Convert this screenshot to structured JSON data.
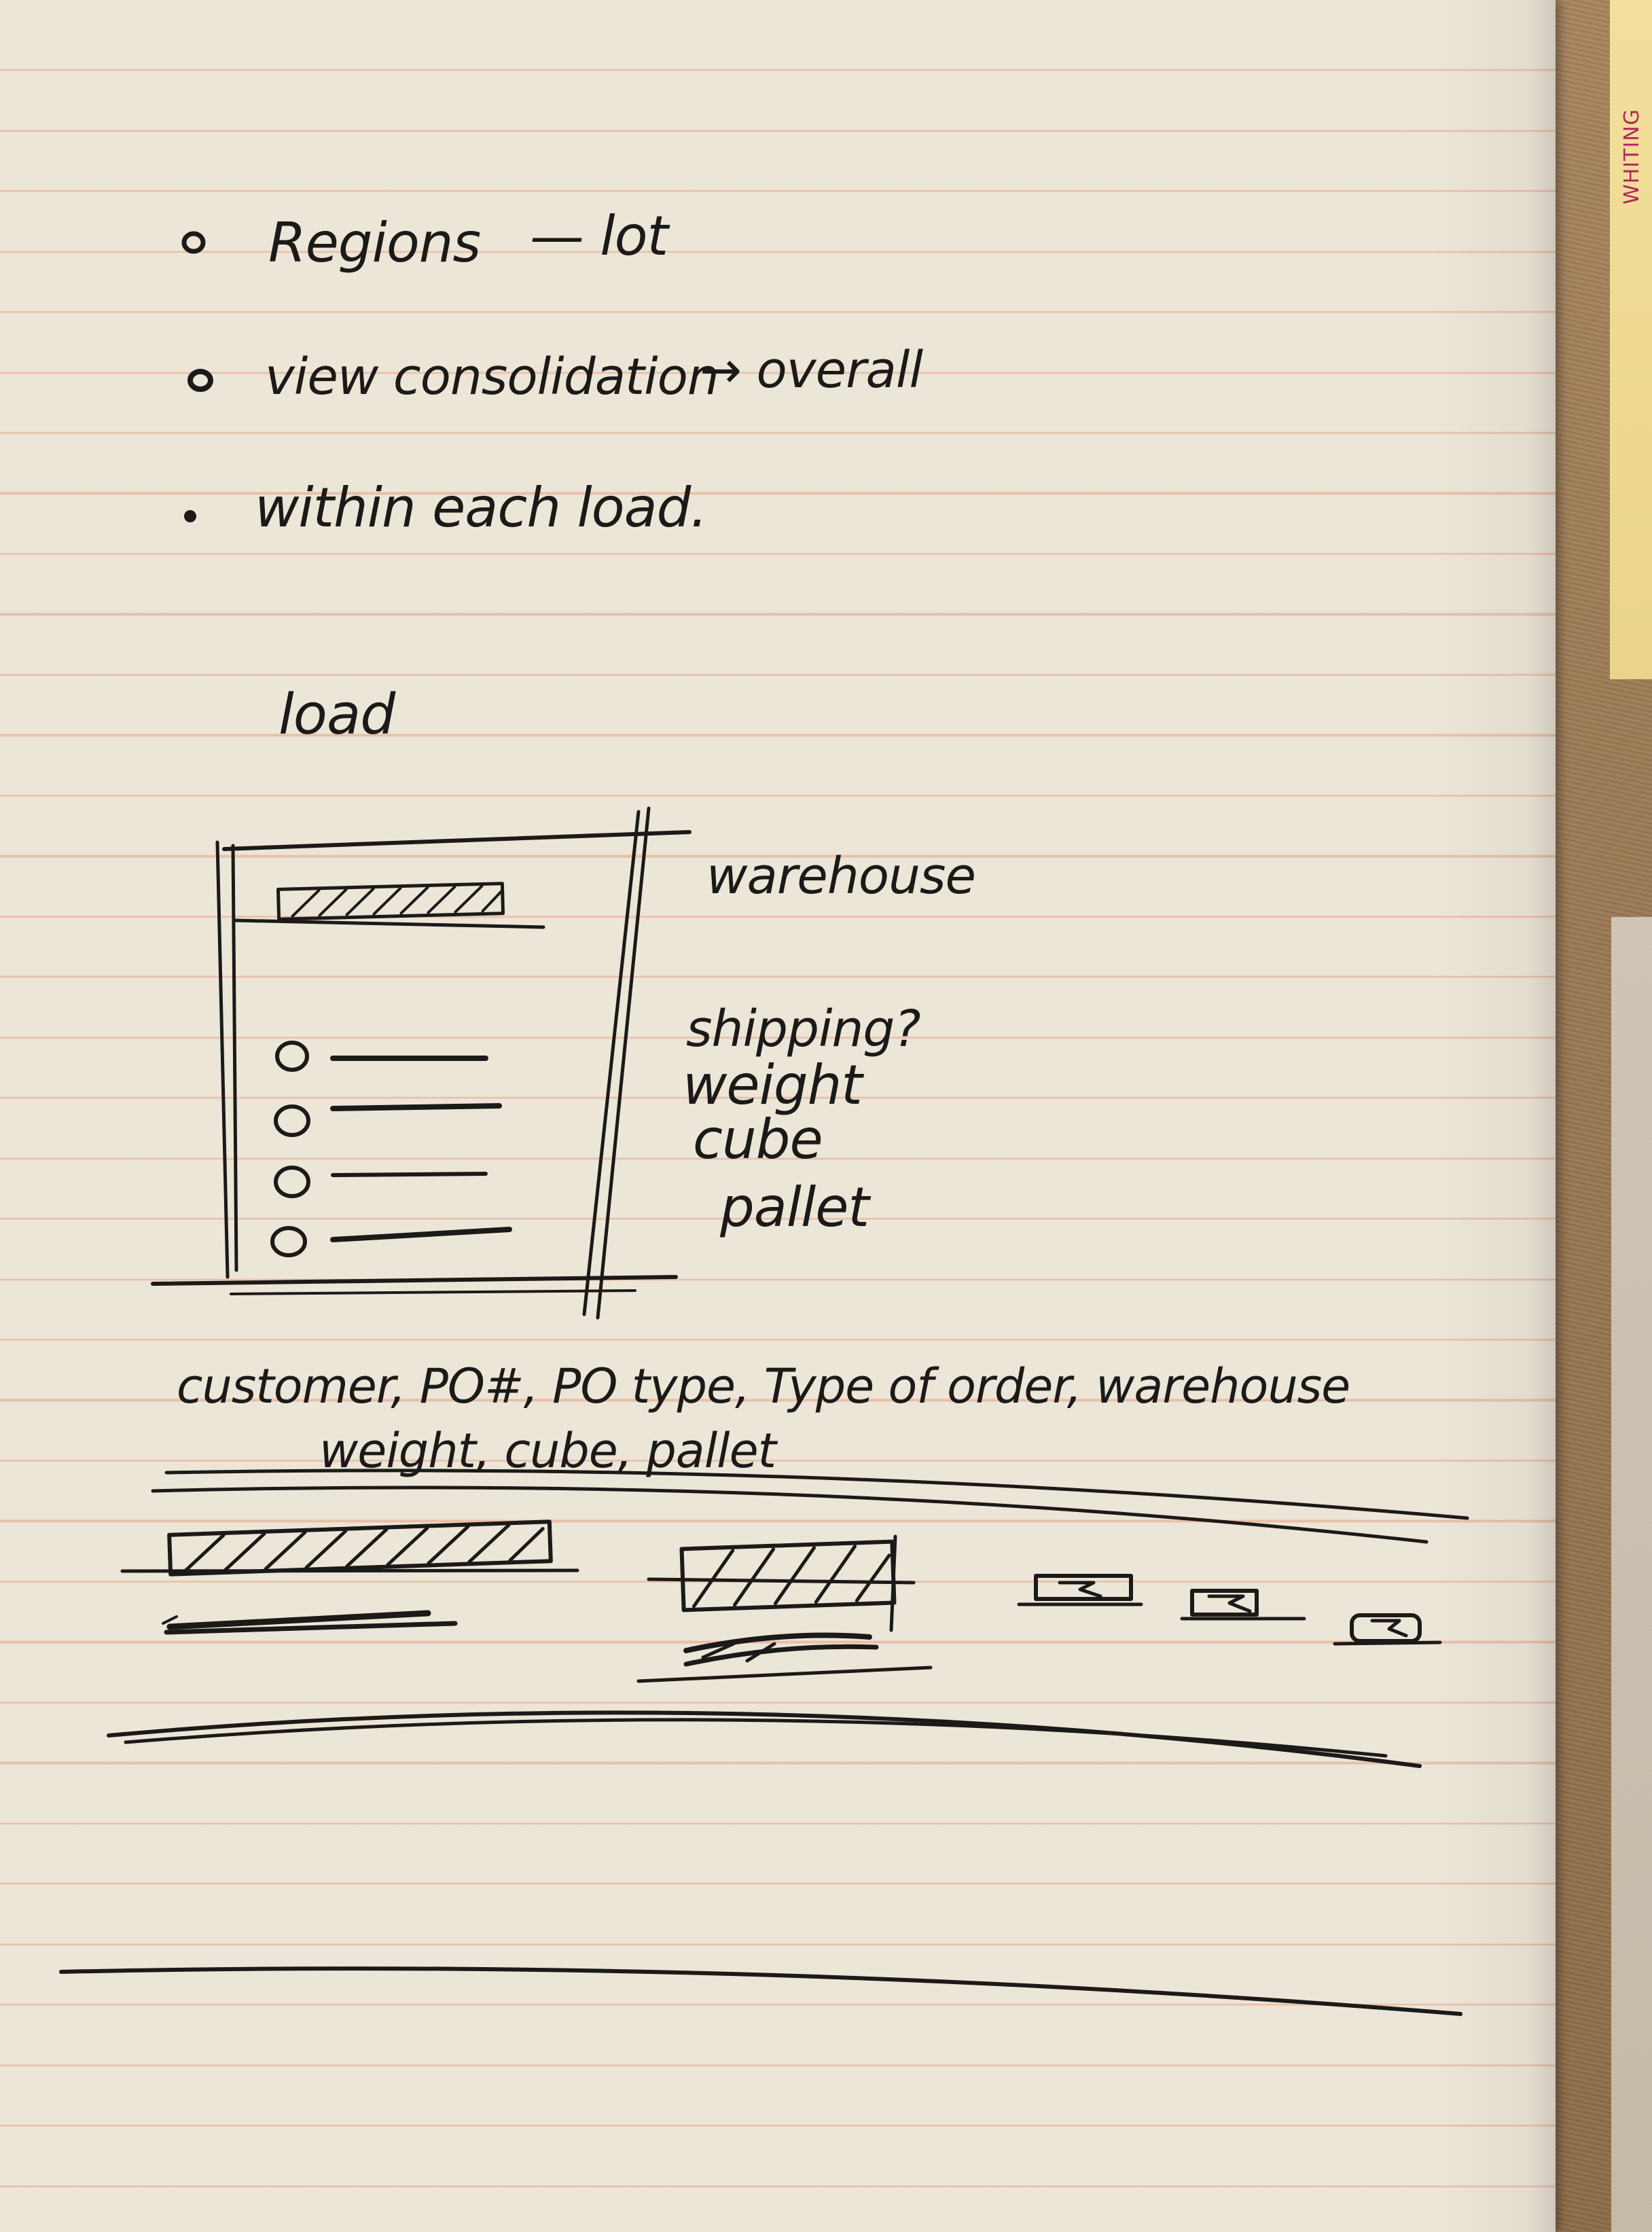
{
  "notes": {
    "bullets": [
      {
        "text": "Regions",
        "suffix": "— lot"
      },
      {
        "text": "view consolidation",
        "suffix": "→ overall"
      },
      {
        "text": "within each load."
      }
    ],
    "sketch_title": "load",
    "side_labels": {
      "top": "warehouse",
      "lines": [
        "shipping?",
        "weight",
        "cube",
        "pallet"
      ]
    },
    "table_headers": {
      "line1": "customer, PO#, PO type, Type of order, warehouse",
      "line2": "weight, cube, pallet"
    }
  },
  "sticky_label": "WHITING",
  "colors": {
    "ink": "#1c1a18",
    "paper": "#ece6d8",
    "ruled_line": "#e6a082",
    "cork": "#9b7a54",
    "sticky": "#efd990",
    "sticky_ink": "#b0265a"
  }
}
